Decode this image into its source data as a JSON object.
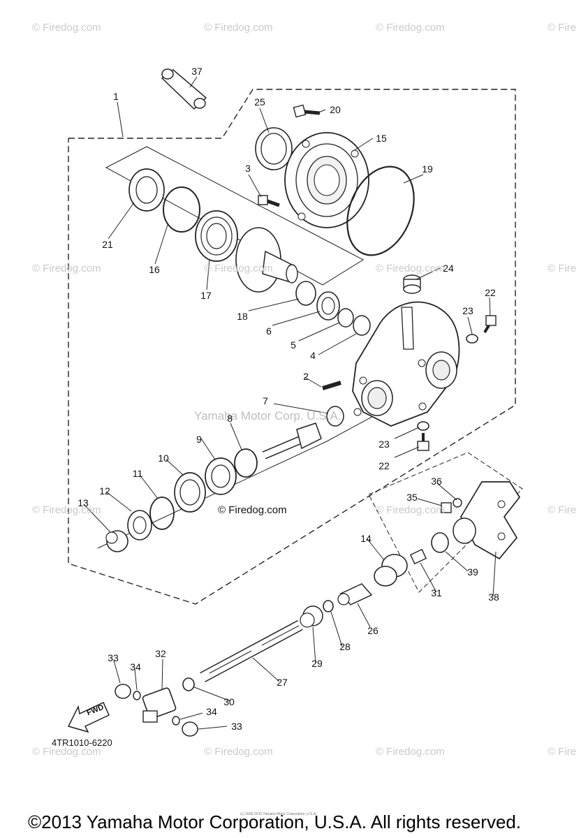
{
  "watermark": "© Firedog.com",
  "watermark_short": "© Fire",
  "center_watermark": "Yamaha Motor Corp. U.S.A.",
  "firedog_label": "© Firedog.com",
  "reference_code": "4TR1010-6220",
  "fwd_label": "FWD",
  "tiny_copyright": "(c) 2000-2015 Yamaha Motor Corporation, U.S.A.",
  "copyright": "©2013 Yamaha Motor Corporation, U.S.A. All rights reserved.",
  "callouts": [
    {
      "num": "37"
    },
    {
      "num": "1"
    },
    {
      "num": "25"
    },
    {
      "num": "20"
    },
    {
      "num": "15"
    },
    {
      "num": "3"
    },
    {
      "num": "19"
    },
    {
      "num": "21"
    },
    {
      "num": "16"
    },
    {
      "num": "17"
    },
    {
      "num": "18"
    },
    {
      "num": "24"
    },
    {
      "num": "6"
    },
    {
      "num": "22"
    },
    {
      "num": "23"
    },
    {
      "num": "5"
    },
    {
      "num": "4"
    },
    {
      "num": "2"
    },
    {
      "num": "7"
    },
    {
      "num": "8"
    },
    {
      "num": "9"
    },
    {
      "num": "10"
    },
    {
      "num": "23"
    },
    {
      "num": "22"
    },
    {
      "num": "11"
    },
    {
      "num": "12"
    },
    {
      "num": "36"
    },
    {
      "num": "13"
    },
    {
      "num": "35"
    },
    {
      "num": "14"
    },
    {
      "num": "39"
    },
    {
      "num": "31"
    },
    {
      "num": "38"
    },
    {
      "num": "26"
    },
    {
      "num": "28"
    },
    {
      "num": "29"
    },
    {
      "num": "32"
    },
    {
      "num": "33"
    },
    {
      "num": "34"
    },
    {
      "num": "27"
    },
    {
      "num": "30"
    },
    {
      "num": "34"
    },
    {
      "num": "33"
    }
  ]
}
